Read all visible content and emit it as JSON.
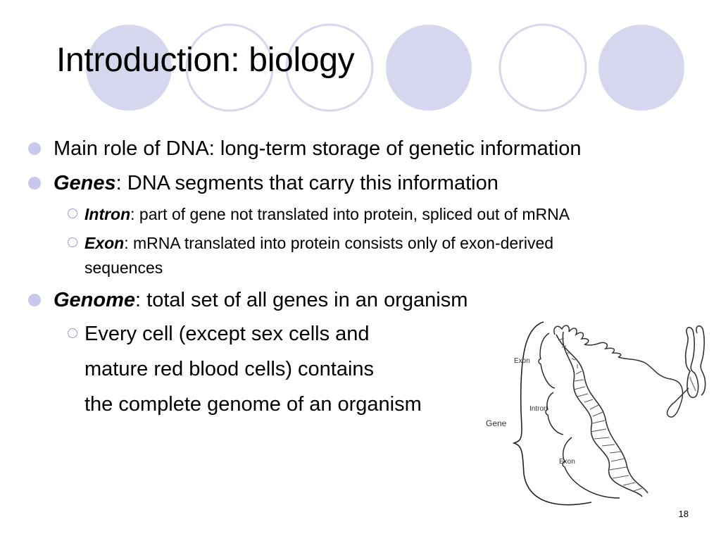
{
  "slide": {
    "title": "Introduction: biology",
    "bullets": {
      "b1": {
        "text": "Main role of DNA: long-term storage of genetic information"
      },
      "b2": {
        "term": "Genes",
        "text": ":  DNA segments that carry this information"
      },
      "b2_sub1": {
        "term": "Intron",
        "text": ": part of gene not translated into protein, spliced out of mRNA"
      },
      "b2_sub2": {
        "term": "Exon",
        "text": ": mRNA translated into protein consists only of exon-derived",
        "text_cont": "sequences"
      },
      "b3": {
        "term": "Genome",
        "text": ": total set of all genes in an organism"
      },
      "b3_sub1": {
        "line1": "Every cell (except sex cells and",
        "line2": "mature red blood cells) contains",
        "line3": "the complete genome of an organism"
      }
    },
    "diagram": {
      "labels": {
        "exon_top": "Exon",
        "intron": "Intron",
        "gene": "Gene",
        "exon_bottom": "Exon"
      }
    },
    "page_number": "18",
    "colors": {
      "circle_fill": "#d6d6ee",
      "circle_stroke": "#d6d6ee",
      "bullet": "#c8c8ec"
    }
  }
}
